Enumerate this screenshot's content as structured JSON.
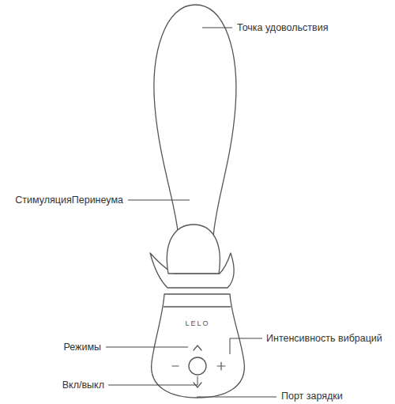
{
  "diagram": {
    "labels": [
      "Точка удовольствия",
      "СтимуляцияПеринеума",
      "LELO",
      "Режимы",
      "Интенсивность вибраций",
      "Вкл/выкл",
      "Порт зарядки"
    ]
  }
}
